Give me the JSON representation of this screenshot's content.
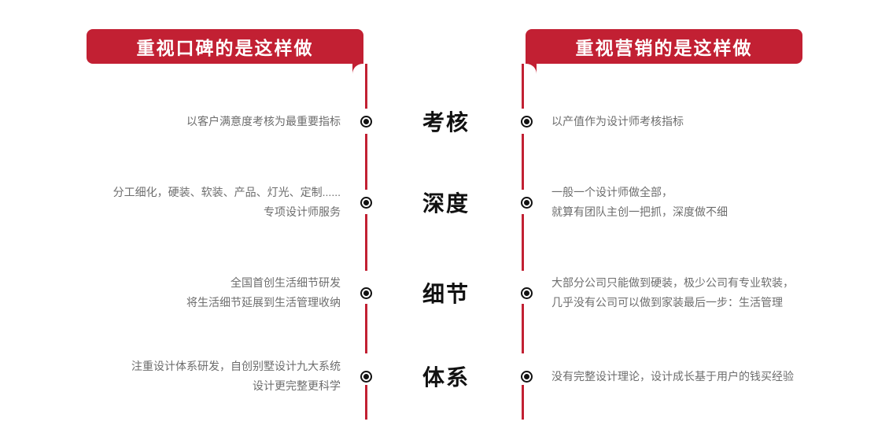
{
  "left_column": {
    "banner_label": "重视口碑的是这样做",
    "banner_color": "#c22033",
    "rail_color": "#c22033"
  },
  "right_column": {
    "banner_label": "重视营销的是这样做",
    "banner_color": "#c22033",
    "rail_color": "#c22033"
  },
  "text_color": "#6d6d6d",
  "label_color": "#111111",
  "bullet_icon": "radio-filled-icon",
  "rows": [
    {
      "center_label": "考核",
      "left_text": "以客户满意度考核为最重要指标",
      "right_text": "以产值作为设计师考核指标"
    },
    {
      "center_label": "深度",
      "left_text": "分工细化，硬装、软装、产品、灯光、定制......\n专项设计师服务",
      "right_text": "一般一个设计师做全部，\n就算有团队主创一把抓，深度做不细"
    },
    {
      "center_label": "细节",
      "left_text": "全国首创生活细节研发\n将生活细节延展到生活管理收纳",
      "right_text": "大部分公司只能做到硬装，极少公司有专业软装，\n几乎没有公司可以做到家装最后一步：生活管理"
    },
    {
      "center_label": "体系",
      "left_text": "注重设计体系研发，自创别墅设计九大系统\n设计更完整更科学",
      "right_text": "没有完整设计理论，设计成长基于用户的钱买经验"
    }
  ]
}
